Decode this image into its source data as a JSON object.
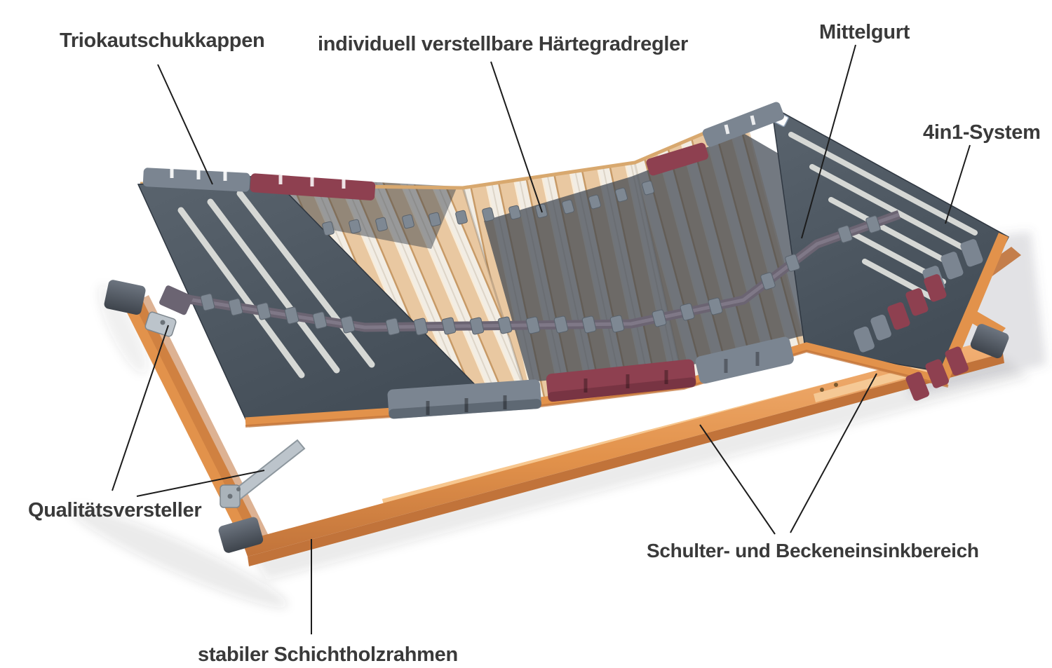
{
  "annotations": {
    "triokautschukkappen": {
      "label": "Triokautschukkappen"
    },
    "haertegradregler": {
      "label": "individuell verstellbare Härtegradregler"
    },
    "mittelgurt": {
      "label": "Mittelgurt"
    },
    "system4in1": {
      "label": "4in1-System"
    },
    "qualitaetsversteller": {
      "label": "Qualitätsversteller"
    },
    "einsinkbereich": {
      "label": "Schulter- und Beckeneinsinkbereich"
    },
    "schichtholzrahmen": {
      "label": "stabiler Schichtholzrahmen"
    }
  },
  "colors": {
    "white": "#ffffff",
    "ink": "#3a3a3a",
    "line": "#1c1c1c",
    "wood": "#e2924b",
    "wood_light": "#f2b176",
    "wood_dark": "#c1733a",
    "wood_bright": "#efa75e",
    "slat": "#e9c8a1",
    "slat_edge": "#c79a67",
    "slat_gap": "#f2ede4",
    "panel_dark": "#434d57",
    "panel_light": "#5a646e",
    "slot": "#d6d8d5",
    "cap_gray": "#7b8591",
    "cap_gray_dark": "#525b66",
    "cap_red": "#8e4050",
    "cap_red_dark": "#6f2f3d",
    "belt": "#6b6472",
    "tab": "#7e8893",
    "metal": "#bcc4cb",
    "zone": "#3d4550",
    "corner_cap": "#555c66"
  }
}
